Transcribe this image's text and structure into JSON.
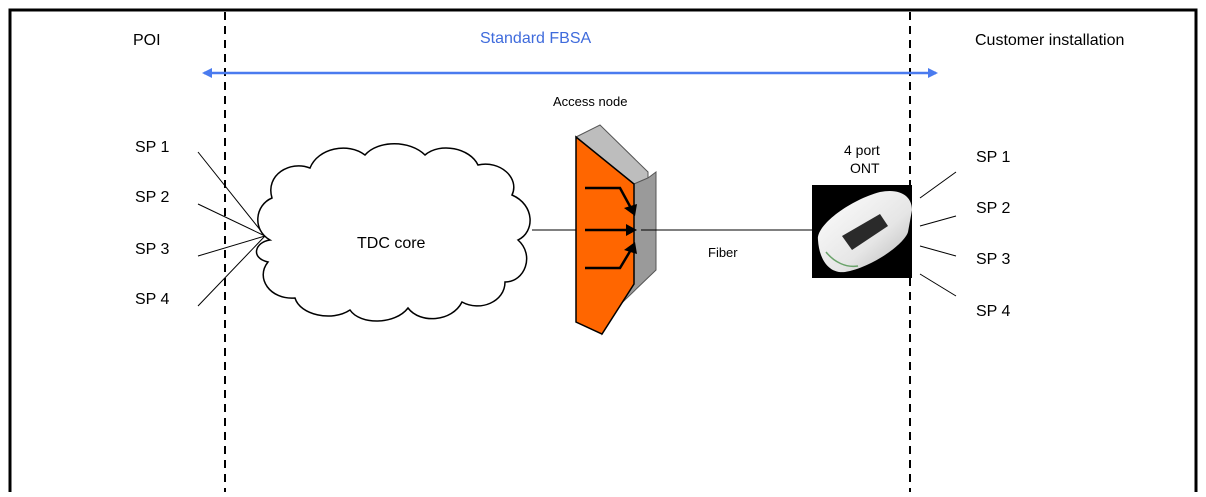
{
  "header": {
    "left_zone": "POI",
    "center_span": "Standard FBSA",
    "right_zone": "Customer installation"
  },
  "cloud": {
    "label": "TDC core"
  },
  "access_node": {
    "label": "Access node"
  },
  "link": {
    "label": "Fiber"
  },
  "ont": {
    "label_line1": "4 port",
    "label_line2": "ONT"
  },
  "left_sps": [
    "SP 1",
    "SP 2",
    "SP 3",
    "SP 4"
  ],
  "right_sps": [
    "SP 1",
    "SP 2",
    "SP 3",
    "SP 4"
  ],
  "colors": {
    "span_arrow": "#4a7bef",
    "span_text": "#3f6bdc",
    "access_node_face": "#ff6600",
    "access_node_side": "#999999",
    "border": "#000000"
  }
}
